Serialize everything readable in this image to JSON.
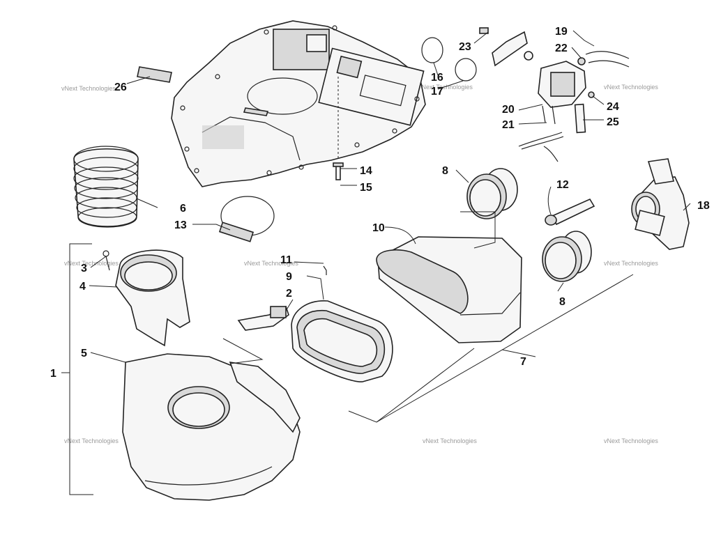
{
  "diagram": {
    "callouts": [
      "1",
      "2",
      "3",
      "4",
      "5",
      "6",
      "7",
      "8",
      "8",
      "9",
      "10",
      "11",
      "12",
      "13",
      "14",
      "15",
      "16",
      "17",
      "18",
      "19",
      "20",
      "21",
      "22",
      "23",
      "24",
      "25",
      "26"
    ],
    "watermark_text": "vNext Technologies",
    "colors": {
      "line": "#222222",
      "fill": "#f6f6f6",
      "shade": "#d9d9d9",
      "watermark": "#9a9a9a"
    }
  }
}
